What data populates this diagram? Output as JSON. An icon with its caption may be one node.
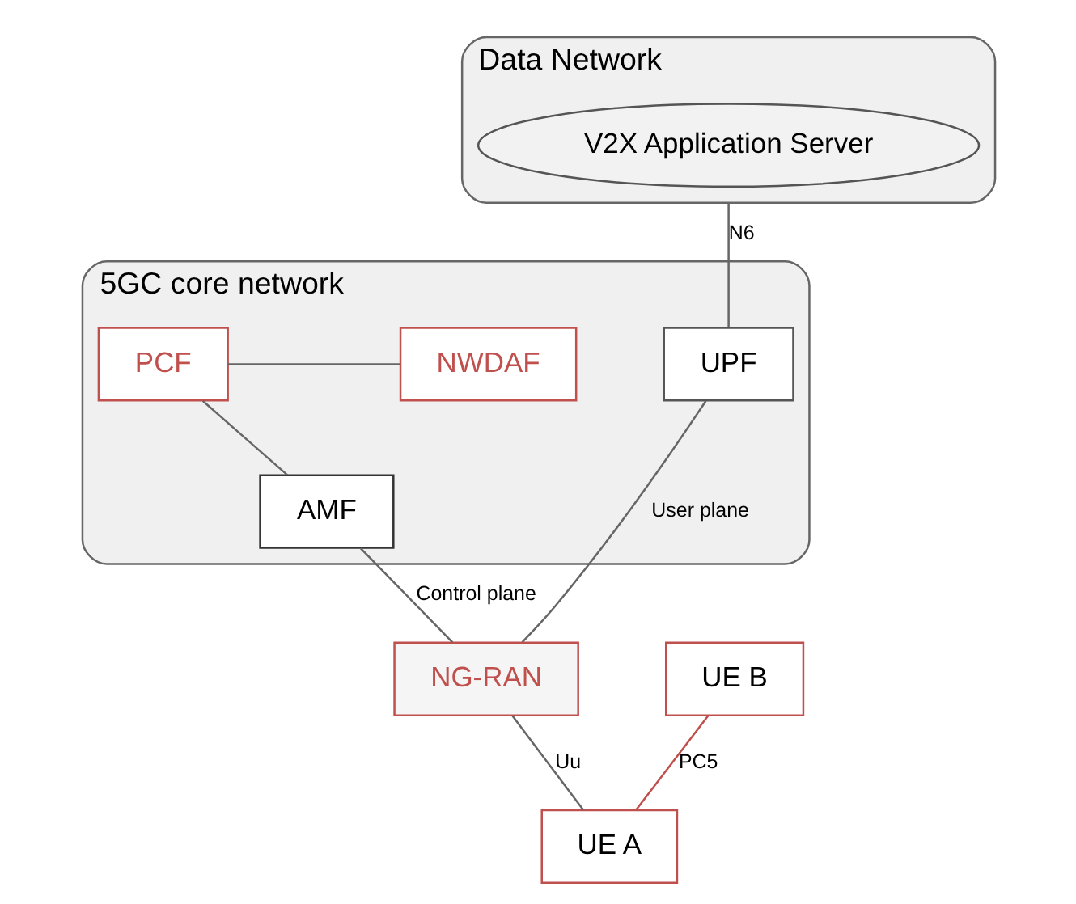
{
  "diagram": {
    "nodes": [
      {
        "text": [
          "Data Network"
        ]
      },
      {
        "text": [
          "V2X Application Server"
        ],
        "in": 0
      },
      {
        "text": [
          "5GC core network"
        ]
      },
      {
        "text": [
          "NWDAF"
        ],
        "in": 2
      },
      {
        "text": [
          "PCF"
        ],
        "in": 2
      },
      {
        "text": [
          "AMF"
        ],
        "in": 2
      },
      {
        "text": [
          "UPF"
        ],
        "in": 2
      },
      {
        "text": [
          "NG-RAN"
        ]
      },
      {
        "text": [
          "UE B"
        ]
      },
      {
        "text": [
          "UE A"
        ]
      }
    ],
    "edges": [
      {
        "from": 0,
        "to": 6,
        "arrow": "none",
        "label": "N6"
      },
      {
        "from": 3,
        "to": 4,
        "arrow": "none"
      },
      {
        "from": 4,
        "to": 5,
        "arrow": "none"
      },
      {
        "from": 5,
        "to": 7,
        "arrow": "none",
        "label": "Control plane"
      },
      {
        "from": 6,
        "to": 7,
        "arrow": "none",
        "label": "User plane"
      },
      {
        "from": 7,
        "to": 9,
        "arrow": "none",
        "label": "Uu"
      },
      {
        "from": 8,
        "to": 9,
        "arrow": "none",
        "label": "PC5",
        "color": "#c0504d"
      }
    ]
  }
}
